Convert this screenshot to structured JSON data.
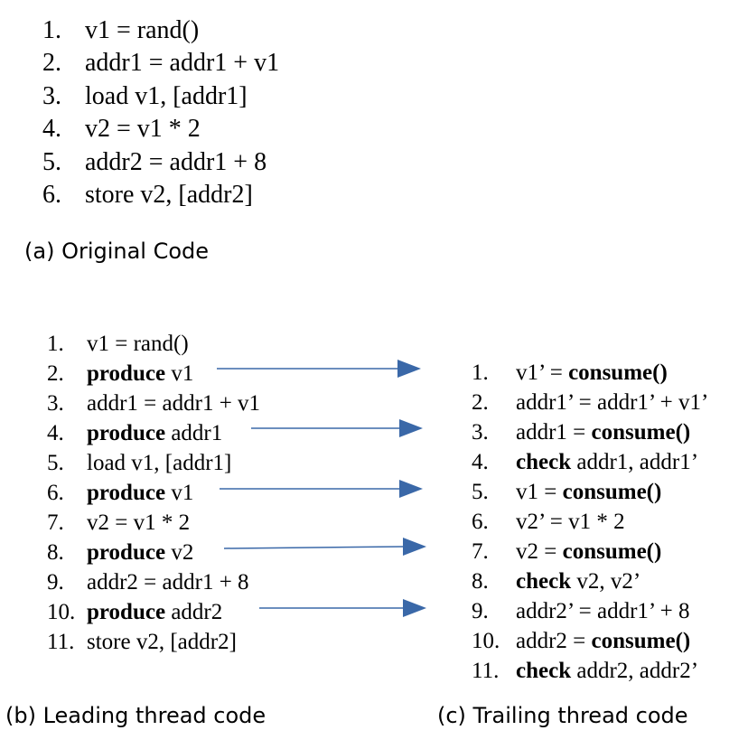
{
  "original": {
    "caption": "(a) Original Code",
    "lines": [
      {
        "num": "1.",
        "pre": "v1 = rand()"
      },
      {
        "num": "2.",
        "pre": "addr1 = addr1 + v1"
      },
      {
        "num": "3.",
        "pre": "load v1, [addr1]"
      },
      {
        "num": "4.",
        "pre": "v2 = v1 * 2"
      },
      {
        "num": "5.",
        "pre": "addr2 = addr1 + 8"
      },
      {
        "num": "6.",
        "pre": "store v2, [addr2]"
      }
    ]
  },
  "leading": {
    "caption": "(b) Leading thread code",
    "lines": [
      {
        "num": "1.",
        "pre": "v1 = rand()"
      },
      {
        "num": "2.",
        "kw": "produce",
        "post": " v1"
      },
      {
        "num": "3.",
        "pre": "addr1 = addr1 + v1"
      },
      {
        "num": "4.",
        "kw": "produce",
        "post": " addr1"
      },
      {
        "num": "5.",
        "pre": "load v1, [addr1]"
      },
      {
        "num": "6.",
        "kw": "produce",
        "post": " v1"
      },
      {
        "num": "7.",
        "pre": "v2 = v1 * 2"
      },
      {
        "num": "8.",
        "kw": "produce",
        "post": " v2"
      },
      {
        "num": "9.",
        "pre": "addr2 = addr1 + 8"
      },
      {
        "num": "10.",
        "kw": "produce",
        "post": " addr2"
      },
      {
        "num": "11.",
        "pre": "store v2, [addr2]"
      }
    ]
  },
  "trailing": {
    "caption": "(c) Trailing thread code",
    "lines": [
      {
        "num": "1.",
        "pre": "v1’ = ",
        "kw": "consume()"
      },
      {
        "num": "2.",
        "pre": "addr1’ = addr1’ + v1’"
      },
      {
        "num": "3.",
        "pre": "addr1 = ",
        "kw": "consume()"
      },
      {
        "num": "4.",
        "kw": "check",
        "post": " addr1, addr1’"
      },
      {
        "num": "5.",
        "pre": "v1 = ",
        "kw": "consume()"
      },
      {
        "num": "6.",
        "pre": "v2’ = v1 * 2"
      },
      {
        "num": "7.",
        "pre": "v2 = ",
        "kw": "consume()"
      },
      {
        "num": "8.",
        "kw": "check",
        "post": " v2, v2’"
      },
      {
        "num": "9.",
        "pre": "addr2’ = addr1’ + 8"
      },
      {
        "num": "10.",
        "pre": "addr2 = ",
        "kw": "consume()"
      },
      {
        "num": "11.",
        "kw": "check",
        "post": " addr2, addr2’"
      }
    ]
  },
  "arrow_color": "#3a68a8"
}
